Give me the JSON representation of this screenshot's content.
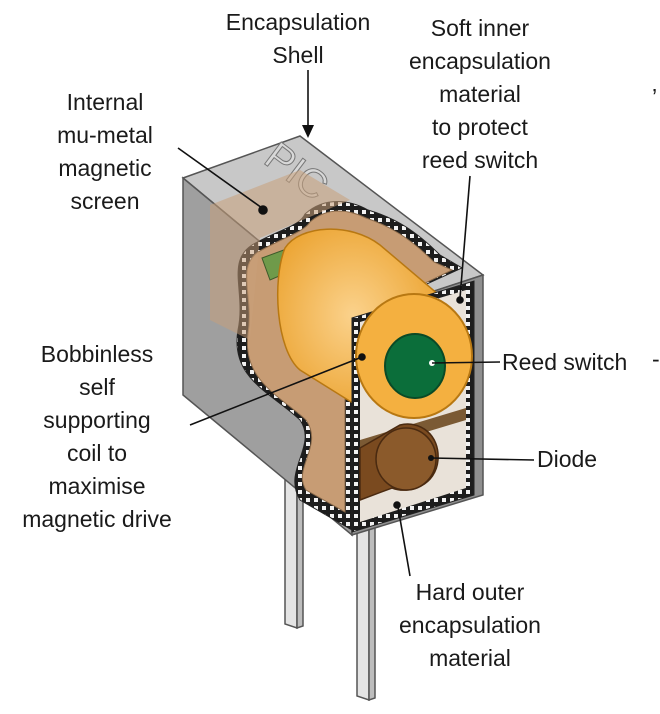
{
  "labels": {
    "encapsulation_shell": "Encapsulation\nShell",
    "soft_inner": "Soft inner\nencapsulation\nmaterial\nto protect\nreed switch",
    "mu_metal": "Internal\nmu-metal\nmagnetic\nscreen",
    "bobbinless": "Bobbinless\nself\nsupporting\ncoil to\nmaximise\nmagnetic drive",
    "reed_switch": "Reed switch",
    "diode": "Diode",
    "hard_outer": "Hard outer\nencapsulation\nmaterial"
  },
  "logo_text": "PIC",
  "cut_off_fragments": [
    "’",
    "-"
  ],
  "colors": {
    "shell_front": "#a9a9a9",
    "shell_top": "#c6c6c6",
    "shell_side": "#8e8e8e",
    "mu_metal": "#c9a07a",
    "coil": "#f4b040",
    "coil_light": "#f9c978",
    "reed": "#0b6e3a",
    "diode": "#7a4a1f",
    "pins": "#d9d9d9"
  }
}
